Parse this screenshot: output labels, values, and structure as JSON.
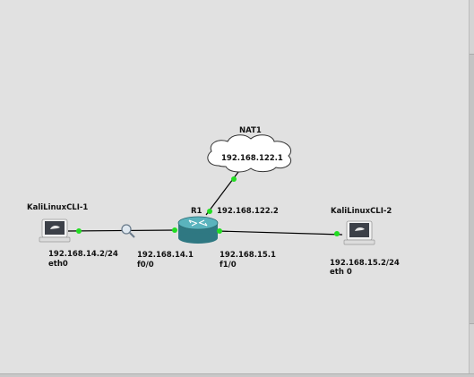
{
  "topology": {
    "nodes": {
      "kali1": {
        "name": "KaliLinuxCLI-1",
        "ip": "192.168.14.2/24",
        "interface": "eth0",
        "icon": "linux-host-icon"
      },
      "router": {
        "name": "R1",
        "icon": "router-icon"
      },
      "nat": {
        "name": "NAT1",
        "ip": "192.168.122.1",
        "icon": "cloud-icon"
      },
      "kali2": {
        "name": "KaliLinuxCLI-2",
        "ip": "192.168.15.2/24",
        "interface": "eth 0",
        "icon": "linux-host-icon"
      }
    },
    "router_interfaces": {
      "f0_0": {
        "ip": "192.168.14.1",
        "name": "f0/0"
      },
      "f1_0": {
        "ip": "192.168.15.1",
        "name": "f1/0"
      },
      "nat_side": {
        "ip": "192.168.122.2"
      }
    },
    "links": [
      {
        "from": "KaliLinuxCLI-1",
        "to": "R1",
        "status": "up",
        "capture": true
      },
      {
        "from": "R1",
        "to": "NAT1",
        "status": "up",
        "capture": false
      },
      {
        "from": "R1",
        "to": "KaliLinuxCLI-2",
        "status": "up",
        "capture": false
      }
    ],
    "colors": {
      "background": "#e1e1e1",
      "link": "#000000",
      "link_up": "#22dd22",
      "router": "#3d8f99",
      "cloud_fill": "#ffffff"
    }
  }
}
